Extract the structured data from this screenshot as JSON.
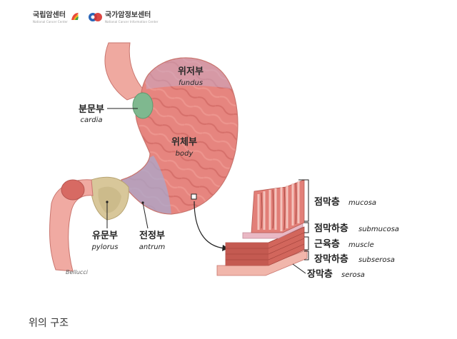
{
  "logos": {
    "ncc_name": "국립암센터",
    "ncc_sub": "National Cancer Center",
    "ncic_name": "국가암정보센터",
    "ncic_sub": "National Cancer Information Center"
  },
  "regions": {
    "fundus": {
      "ko": "위저부",
      "en": "fundus"
    },
    "cardia": {
      "ko": "분문부",
      "en": "cardia"
    },
    "body": {
      "ko": "위체부",
      "en": "body"
    },
    "pylorus": {
      "ko": "유문부",
      "en": "pylorus"
    },
    "antrum": {
      "ko": "전정부",
      "en": "antrum"
    }
  },
  "layers": [
    {
      "ko": "점막층",
      "en": "mucosa"
    },
    {
      "ko": "점막하층",
      "en": "submucosa"
    },
    {
      "ko": "근육층",
      "en": "muscle"
    },
    {
      "ko": "장막하층",
      "en": "subserosa"
    },
    {
      "ko": "장막층",
      "en": "serosa"
    }
  ],
  "artist_signature": "Bellucci",
  "caption": "위의 구조",
  "colors": {
    "stomach": "#e6857f",
    "fundus_tint": "#c9a9c4",
    "cardia": "#7fb88f",
    "pylorus": "#d8c79a",
    "antrum": "#a9a8cc",
    "esophagus": "#efa9a0",
    "duodenum": "#f0aaa2"
  }
}
